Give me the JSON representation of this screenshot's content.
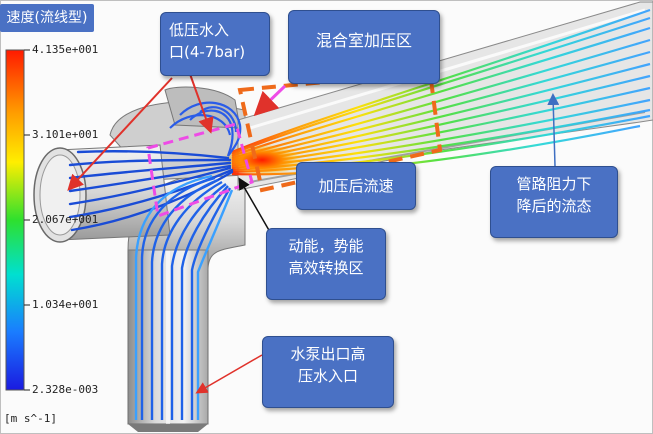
{
  "legend": {
    "title": "速度(流线型)",
    "ticks": [
      "4.135e+001",
      "3.101e+001",
      "2.067e+001",
      "1.034e+001",
      "2.328e-003"
    ],
    "unit": "[m s^-1]"
  },
  "callouts": {
    "low_pressure_inlet": "低压水入\n口(4-7bar)",
    "mixing_chamber": "混合室加压区",
    "pressurized_flow": "加压后流速",
    "pipe_resistance": "管路阻力下\n降后的流态",
    "energy_conversion": "动能，势能\n高效转换区",
    "pump_outlet": "水泵出口高\n压水入口"
  },
  "colors": {
    "callout_bg": "#4a71c4",
    "annotation_orange": "#ef6a1a",
    "annotation_magenta": "#ee4be6",
    "arrow_red": "#e0322b"
  }
}
